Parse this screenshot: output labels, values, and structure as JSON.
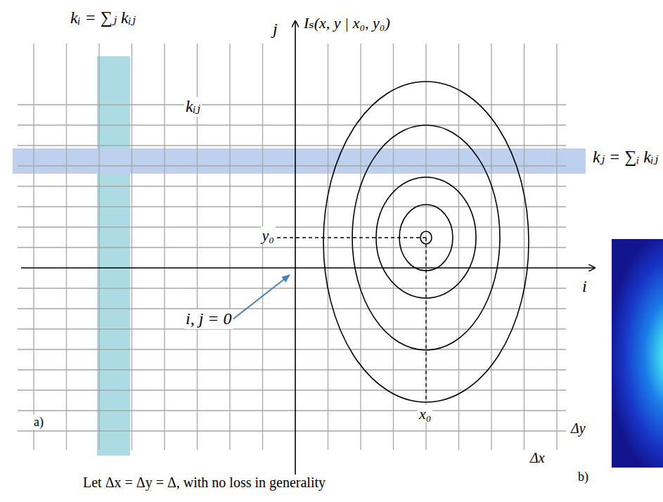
{
  "diagram": {
    "labels": [
      "kᵢ = ∑ⱼ kᵢⱼ",
      "j",
      "Iₛ(x, y | x₀, y₀)",
      "kᵢⱼ",
      "kⱼ = ∑ᵢ kᵢⱼ",
      "y₀",
      "i",
      "i, j = 0",
      "x₀",
      "a)",
      "Δy",
      "Δx",
      "Let Δx = Δy = Δ, with no loss in generality",
      "b)"
    ]
  }
}
